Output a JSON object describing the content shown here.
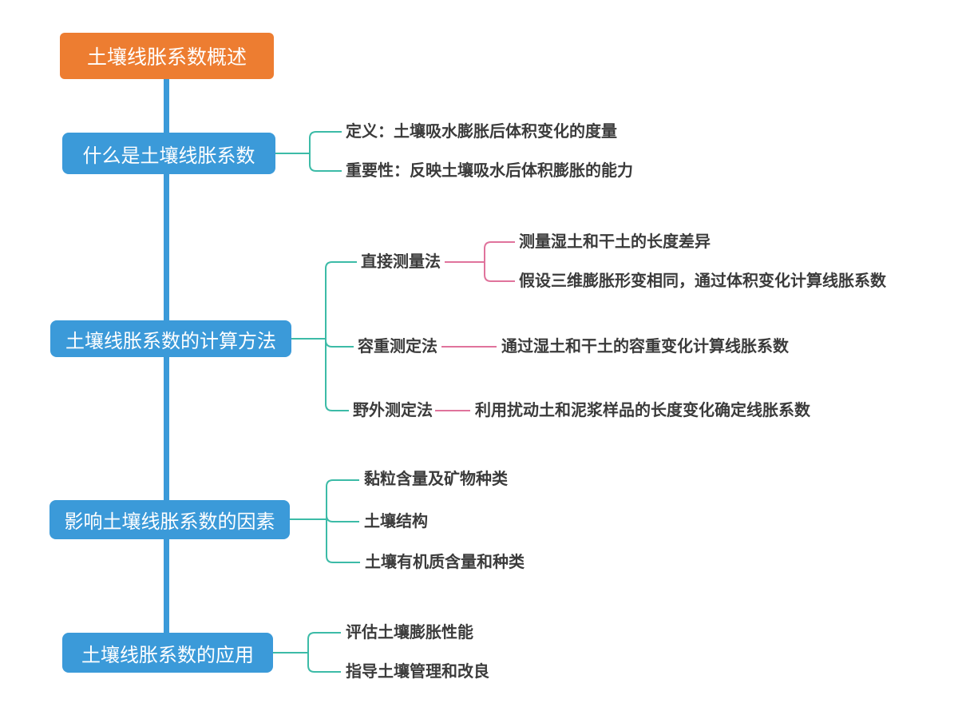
{
  "colors": {
    "root_bg": "#ED7D31",
    "topic_bg": "#3B9AD9",
    "trunk": "#3B9AD9",
    "branch_teal": "#3CBBA7",
    "branch_pink": "#E0739C",
    "node_text": "#FFFFFF",
    "leaf_text": "#3B3B3B",
    "canvas_bg": "#FFFFFF"
  },
  "root": {
    "label": "土壤线胀系数概述"
  },
  "topics": [
    {
      "label": "什么是土壤线胀系数",
      "children": [
        {
          "label": "定义：土壤吸水膨胀后体积变化的度量"
        },
        {
          "label": "重要性：反映土壤吸水后体积膨胀的能力"
        }
      ]
    },
    {
      "label": "土壤线胀系数的计算方法",
      "children": [
        {
          "label": "直接测量法",
          "children": [
            {
              "label": "测量湿土和干土的长度差异"
            },
            {
              "label": "假设三维膨胀形变相同，通过体积变化计算线胀系数"
            }
          ]
        },
        {
          "label": "容重测定法",
          "children": [
            {
              "label": "通过湿土和干土的容重变化计算线胀系数"
            }
          ]
        },
        {
          "label": "野外测定法",
          "children": [
            {
              "label": "利用扰动土和泥浆样品的长度变化确定线胀系数"
            }
          ]
        }
      ]
    },
    {
      "label": "影响土壤线胀系数的因素",
      "children": [
        {
          "label": "黏粒含量及矿物种类"
        },
        {
          "label": "土壤结构"
        },
        {
          "label": "土壤有机质含量和种类"
        }
      ]
    },
    {
      "label": "土壤线胀系数的应用",
      "children": [
        {
          "label": "评估土壤膨胀性能"
        },
        {
          "label": "指导土壤管理和改良"
        }
      ]
    }
  ]
}
